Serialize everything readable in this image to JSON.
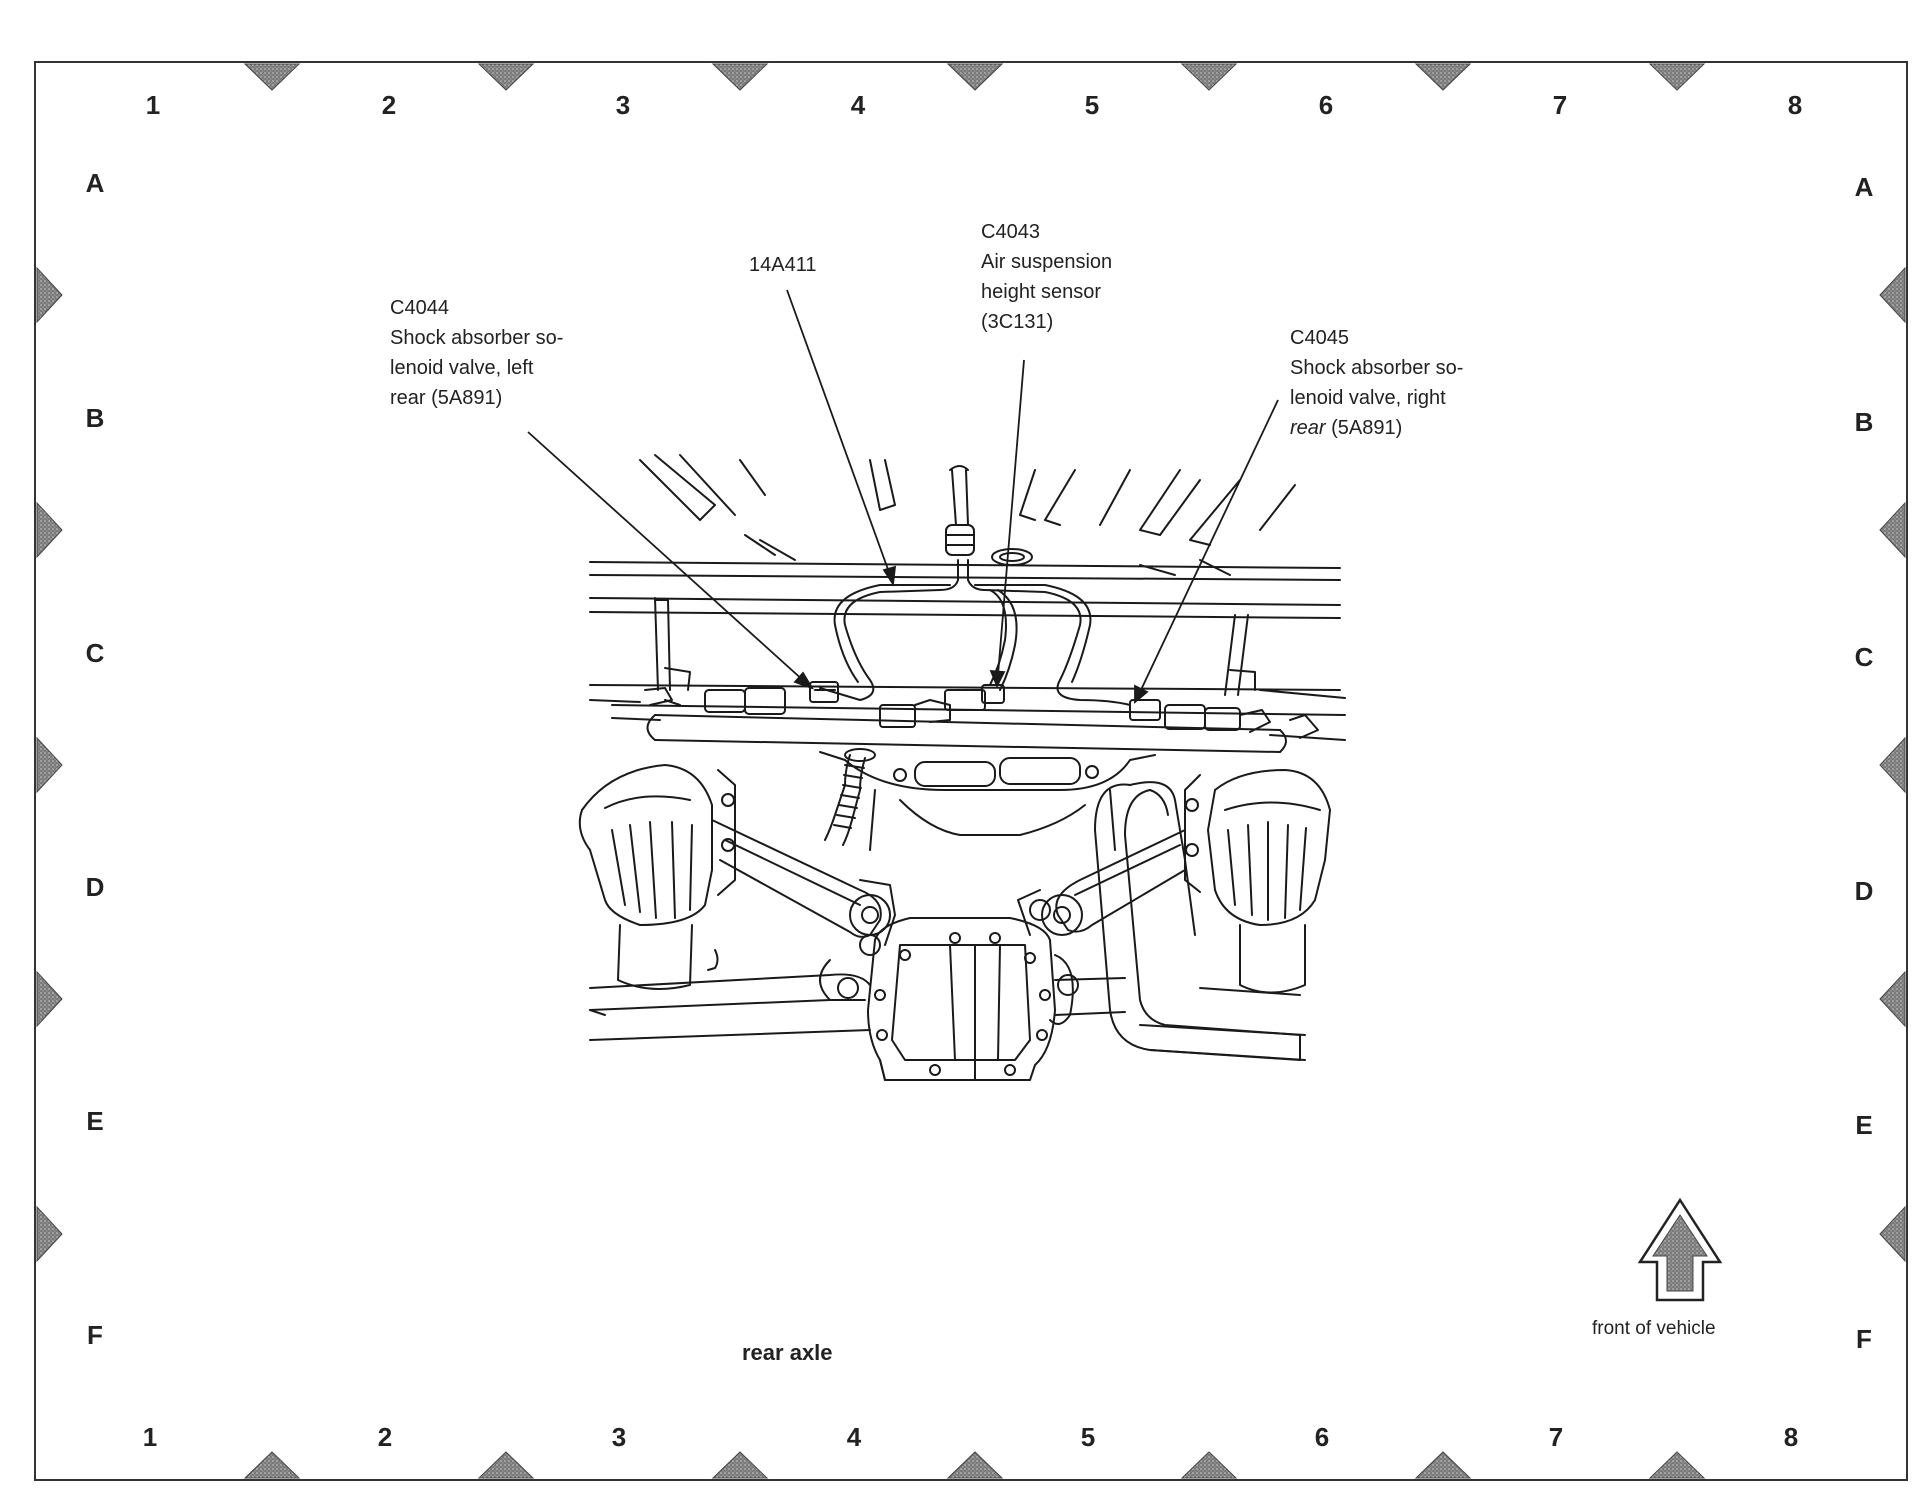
{
  "grid": {
    "columns": [
      "1",
      "2",
      "3",
      "4",
      "5",
      "6",
      "7",
      "8"
    ],
    "rows": [
      "A",
      "B",
      "C",
      "D",
      "E",
      "F"
    ]
  },
  "callouts": {
    "c4044": {
      "id": "C4044",
      "line1": "Shock absorber so-",
      "line2": "lenoid valve, left",
      "line3": "rear (5A891)"
    },
    "harness": {
      "id": "14A411"
    },
    "c4043": {
      "id": "C4043",
      "line1": "Air suspension",
      "line2": "height sensor",
      "line3": "(3C131)"
    },
    "c4045": {
      "id": "C4045",
      "line1": "Shock absorber so-",
      "line2": "lenoid valve, right",
      "line3_a": "rear",
      "line3_b": " (5A891)"
    }
  },
  "caption": "rear axle",
  "orientation": {
    "label": "front of vehicle",
    "icon": "up-arrow-icon"
  },
  "colors": {
    "line": "#1a1a1a",
    "marker": "#555555"
  }
}
